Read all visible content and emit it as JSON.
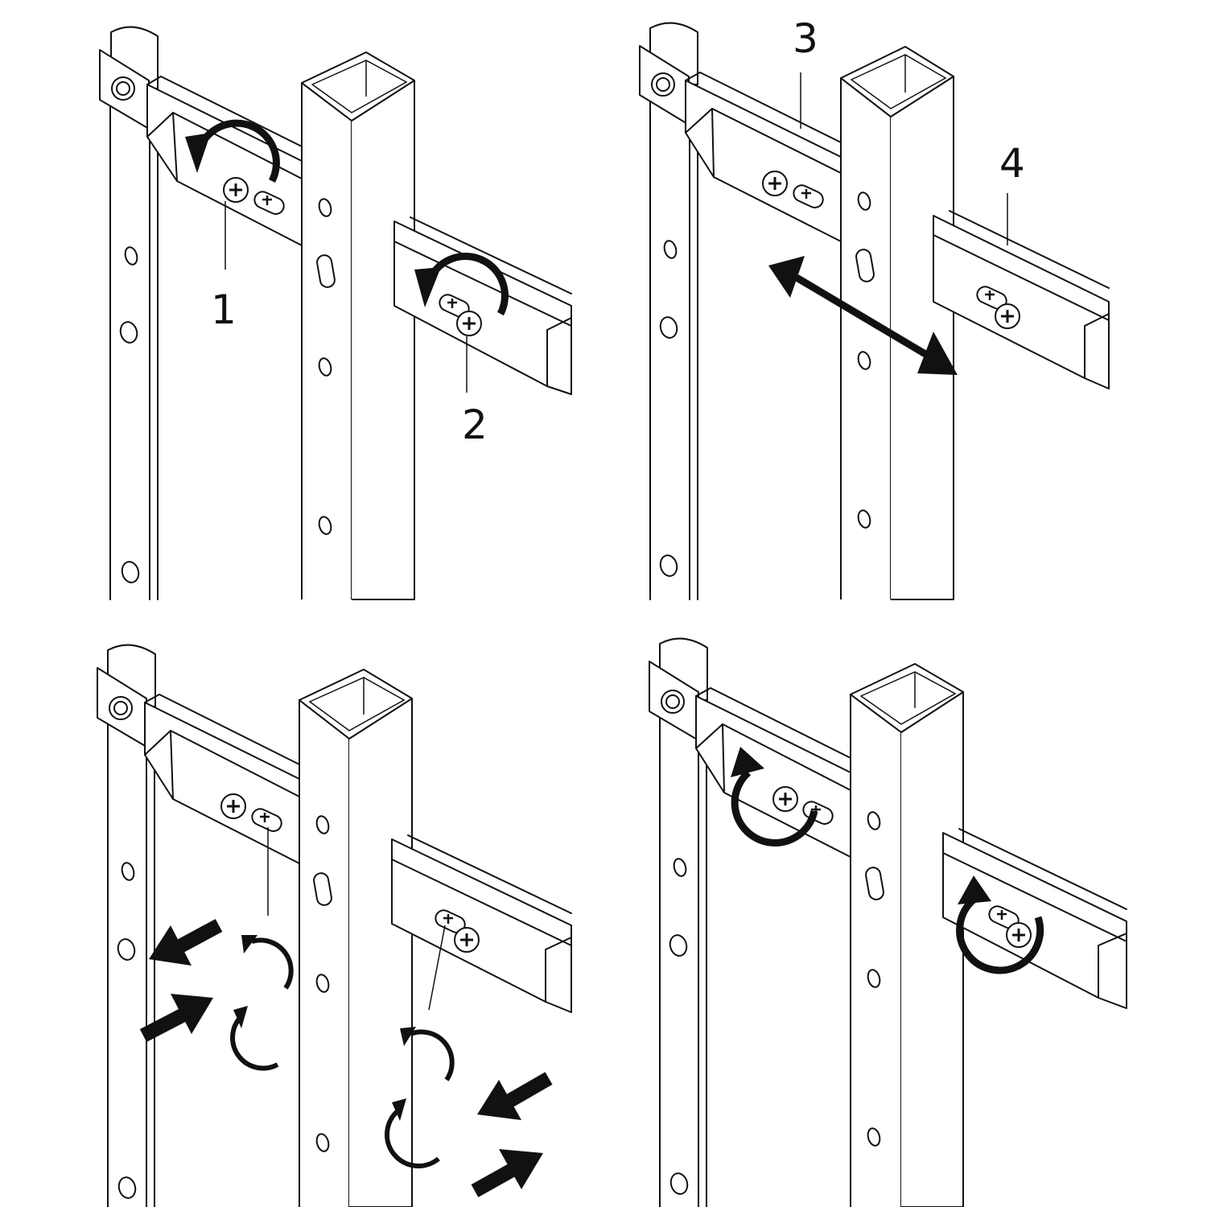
{
  "panels": [
    {
      "id": "step-1",
      "callouts": [
        "1",
        "2"
      ]
    },
    {
      "id": "step-2",
      "callouts": [
        "3",
        "4"
      ]
    },
    {
      "id": "step-3",
      "callouts": []
    },
    {
      "id": "step-4",
      "callouts": []
    }
  ],
  "callout_labels": {
    "one": "1",
    "two": "2",
    "three": "3",
    "four": "4"
  },
  "colors": {
    "ink": "#111111",
    "paper": "#ffffff"
  },
  "icons": [
    "rotate-ccw-arrow-icon",
    "double-headed-arrow-icon",
    "push-arrow-icon",
    "rotate-cw-arrow-icon",
    "phillips-screw-icon"
  ]
}
